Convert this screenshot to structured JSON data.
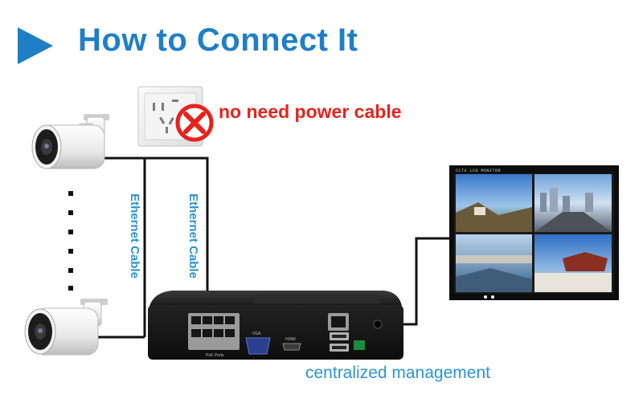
{
  "title": "How to Connect It",
  "warning": "no need power cable",
  "cable_label_left": "Ethernet Cable",
  "cable_label_right": "Ethernet Cable",
  "caption": "centralized management",
  "nvr_labels": {
    "poe": "PoE Ports",
    "vga": "VGA",
    "hdmi": "HDMI"
  },
  "monitor_header": "CCTV LCD MONITOR",
  "colors": {
    "accent_blue": "#1f7fc6",
    "label_blue": "#2a93d6",
    "warning_red": "#e8221c",
    "cable": "#111111"
  }
}
